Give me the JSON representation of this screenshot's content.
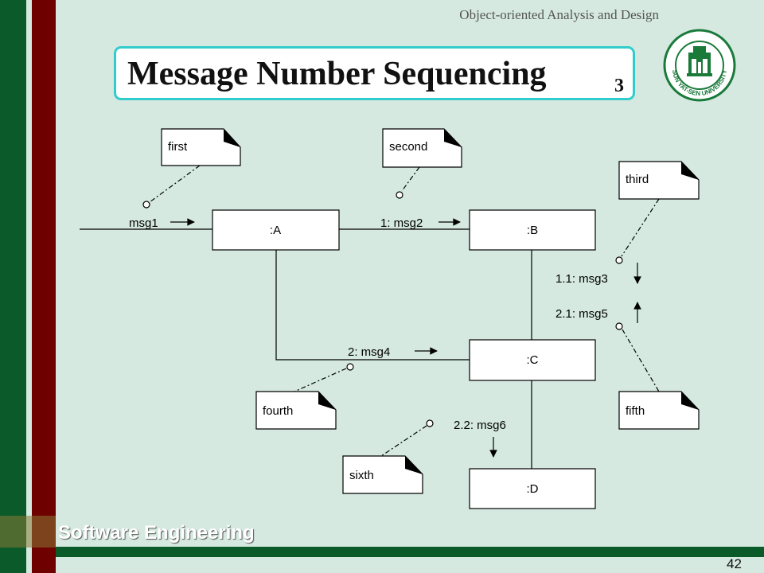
{
  "header": {
    "course": "Object-oriented Analysis and Design",
    "title": "Message Number Sequencing",
    "title_subscript": "3"
  },
  "footer": {
    "course": "Software Engineering",
    "page_number": "42"
  },
  "logo": {
    "icon": "university-seal-icon",
    "text": "SUN YAT-SEN UNIVERSITY",
    "color": "#1a7a3a"
  },
  "diagram": {
    "objects": [
      ":A",
      ":B",
      ":C",
      ":D"
    ],
    "messages": [
      {
        "label": "msg1",
        "from": "",
        "to": ":A"
      },
      {
        "label": "1: msg2",
        "from": ":A",
        "to": ":B"
      },
      {
        "label": "1.1: msg3",
        "from": ":B",
        "to": ":C"
      },
      {
        "label": "2: msg4",
        "from": ":A",
        "to": ":C"
      },
      {
        "label": "2.1: msg5",
        "from": ":C",
        "to": ":B"
      },
      {
        "label": "2.2: msg6",
        "from": ":C",
        "to": ":D"
      }
    ],
    "notes": [
      "first",
      "second",
      "third",
      "fourth",
      "fifth",
      "sixth"
    ]
  }
}
